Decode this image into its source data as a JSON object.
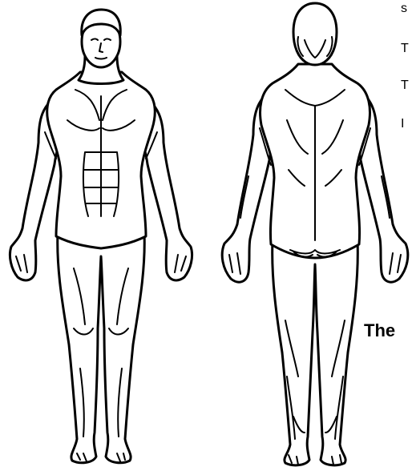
{
  "right_edge_glyphs": [
    "s",
    "T",
    "T",
    "I"
  ],
  "caption": "The",
  "figures": {
    "front_view": "body-front-view",
    "back_view": "body-back-view"
  },
  "colors": {
    "line": "#000000",
    "fill": "#ffffff",
    "background": "#ffffff"
  }
}
